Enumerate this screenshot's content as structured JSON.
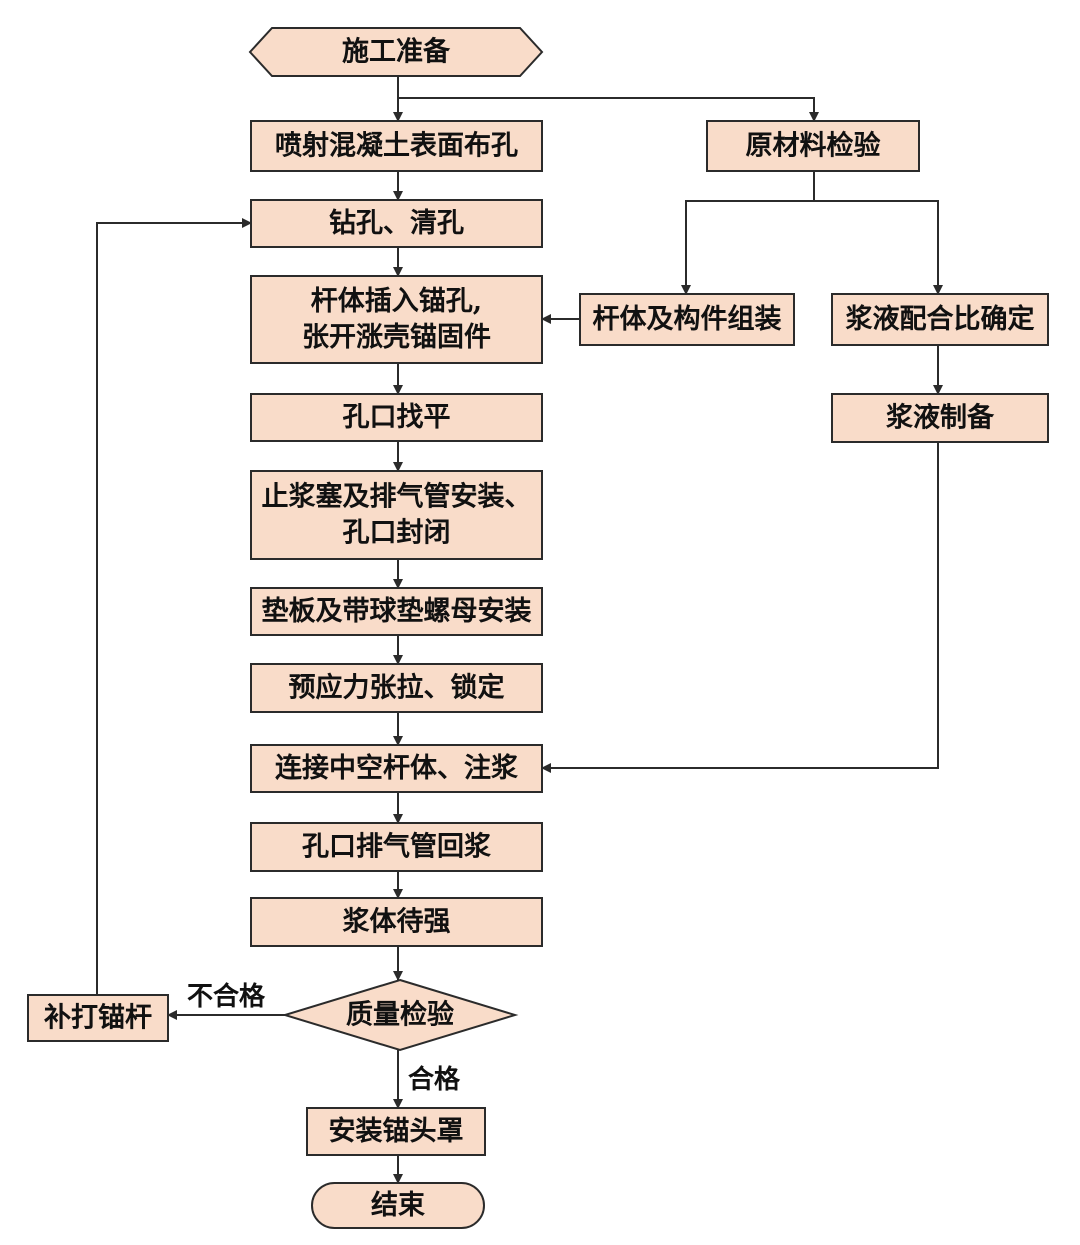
{
  "colors": {
    "node_fill": "#f9dcc9",
    "stroke": "#2b2b2b",
    "text": "#111111"
  },
  "nodes": {
    "start": {
      "shape": "hexagon",
      "lines": [
        "施工准备"
      ]
    },
    "shotcrete": {
      "shape": "rect",
      "lines": [
        "喷射混凝土表面布孔"
      ]
    },
    "drill": {
      "shape": "rect",
      "lines": [
        "钻孔、清孔"
      ]
    },
    "insert": {
      "shape": "rect",
      "lines": [
        "杆体插入锚孔,",
        "张开涨壳锚固件"
      ]
    },
    "level": {
      "shape": "rect",
      "lines": [
        "孔口找平"
      ]
    },
    "plug": {
      "shape": "rect",
      "lines": [
        "止浆塞及排气管安装、",
        "孔口封闭"
      ]
    },
    "plate": {
      "shape": "rect",
      "lines": [
        "垫板及带球垫螺母安装"
      ]
    },
    "prestress": {
      "shape": "rect",
      "lines": [
        "预应力张拉、锁定"
      ]
    },
    "grout": {
      "shape": "rect",
      "lines": [
        "连接中空杆体、注浆"
      ]
    },
    "return": {
      "shape": "rect",
      "lines": [
        "孔口排气管回浆"
      ]
    },
    "cure": {
      "shape": "rect",
      "lines": [
        "浆体待强"
      ]
    },
    "inspect": {
      "shape": "diamond",
      "lines": [
        "质量检验"
      ]
    },
    "cap": {
      "shape": "rect",
      "lines": [
        "安装锚头罩"
      ]
    },
    "end": {
      "shape": "terminal",
      "lines": [
        "结束"
      ]
    },
    "material": {
      "shape": "rect",
      "lines": [
        "原材料检验"
      ]
    },
    "assemble": {
      "shape": "rect",
      "lines": [
        "杆体及构件组装"
      ]
    },
    "mix": {
      "shape": "rect",
      "lines": [
        "浆液配合比确定"
      ]
    },
    "slurry": {
      "shape": "rect",
      "lines": [
        "浆液制备"
      ]
    },
    "redo": {
      "shape": "rect",
      "lines": [
        "补打锚杆"
      ]
    }
  },
  "edges": [
    {
      "from": "start",
      "to": "shotcrete"
    },
    {
      "from": "start",
      "to": "material"
    },
    {
      "from": "shotcrete",
      "to": "drill"
    },
    {
      "from": "drill",
      "to": "insert"
    },
    {
      "from": "insert",
      "to": "level"
    },
    {
      "from": "level",
      "to": "plug"
    },
    {
      "from": "plug",
      "to": "plate"
    },
    {
      "from": "plate",
      "to": "prestress"
    },
    {
      "from": "prestress",
      "to": "grout"
    },
    {
      "from": "grout",
      "to": "return"
    },
    {
      "from": "return",
      "to": "cure"
    },
    {
      "from": "cure",
      "to": "inspect"
    },
    {
      "from": "inspect",
      "to": "cap",
      "label": "合格"
    },
    {
      "from": "inspect",
      "to": "redo",
      "label": "不合格"
    },
    {
      "from": "redo",
      "to": "drill"
    },
    {
      "from": "cap",
      "to": "end"
    },
    {
      "from": "material",
      "to": "assemble"
    },
    {
      "from": "material",
      "to": "mix"
    },
    {
      "from": "assemble",
      "to": "insert"
    },
    {
      "from": "mix",
      "to": "slurry"
    },
    {
      "from": "slurry",
      "to": "grout"
    }
  ]
}
